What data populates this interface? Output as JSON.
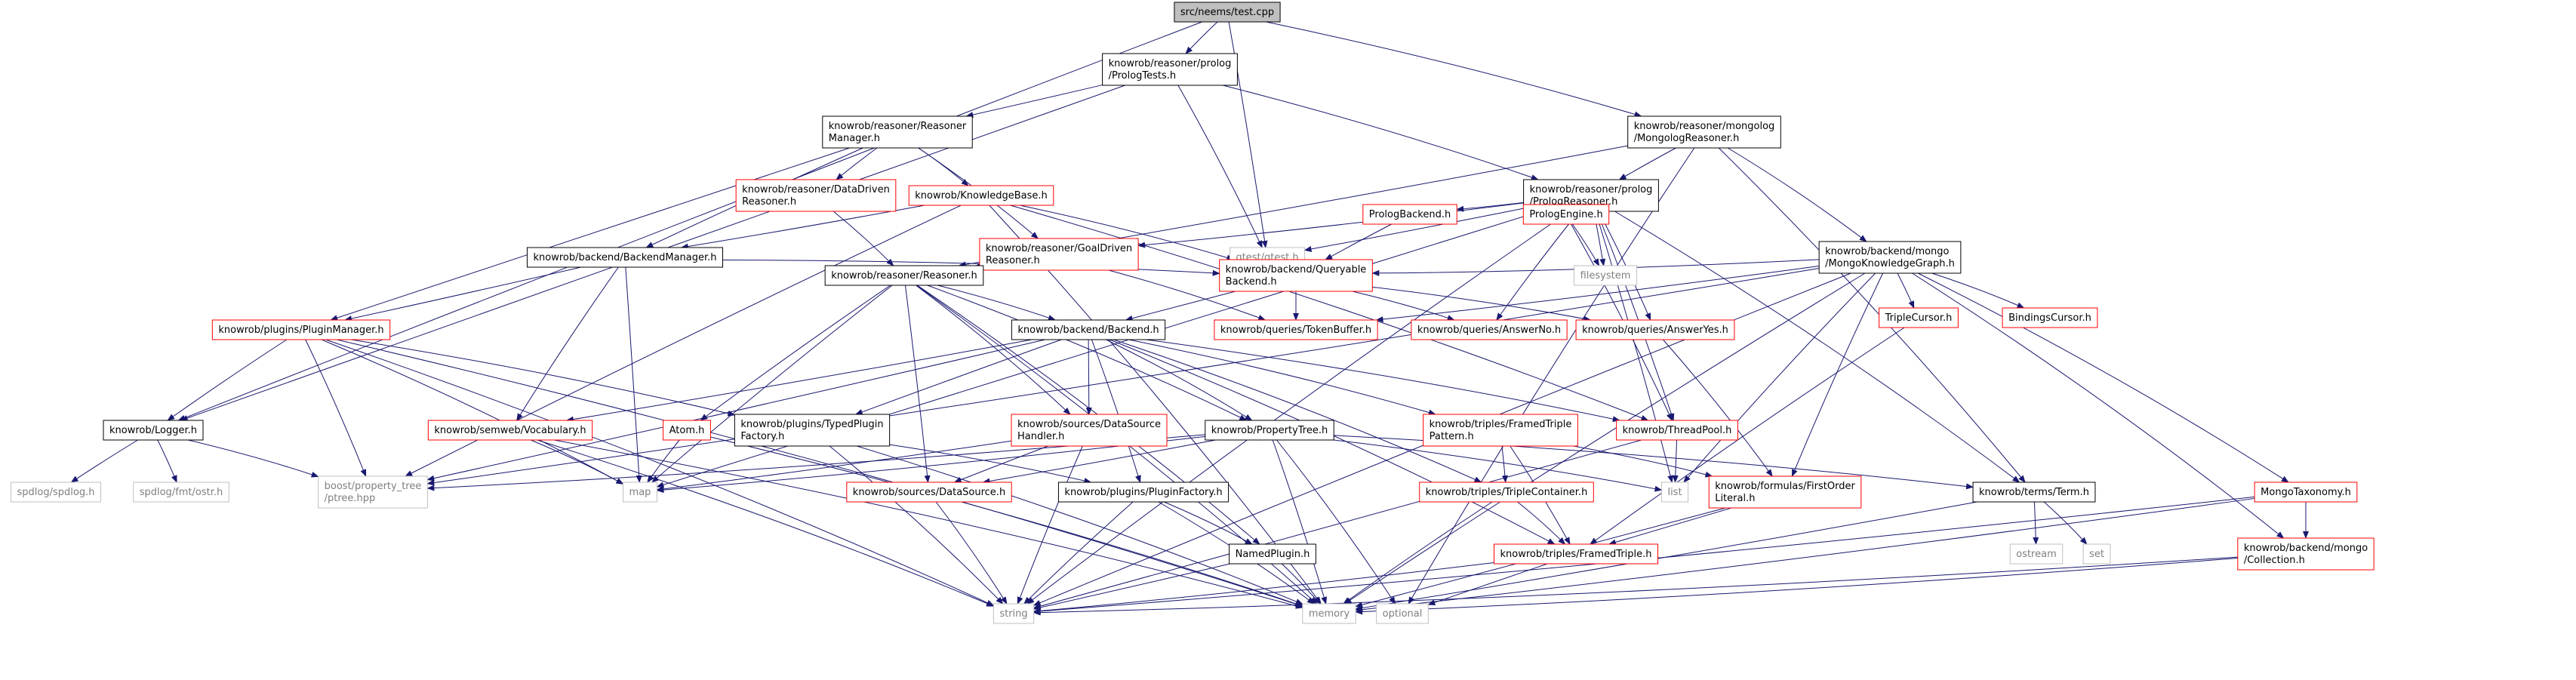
{
  "colors": {
    "edge": "#191970",
    "root_fill": "#bfbfbf",
    "documented_border": "#000000",
    "undocumented_border": "#ff0000",
    "system_border": "#bfbfbf",
    "system_text": "#7f7f7f",
    "text": "#000000"
  },
  "nodes": [
    {
      "id": "root",
      "lines": [
        "src/neems/test.cpp"
      ],
      "kind": "root"
    },
    {
      "id": "prologtests",
      "lines": [
        "knowrob/reasoner/prolog",
        "/PrologTests.h"
      ],
      "kind": "doc"
    },
    {
      "id": "mongologreasoner",
      "lines": [
        "knowrob/reasoner/mongolog",
        "/MongologReasoner.h"
      ],
      "kind": "doc"
    },
    {
      "id": "reasonermanager",
      "lines": [
        "knowrob/reasoner/Reasoner",
        "Manager.h"
      ],
      "kind": "doc"
    },
    {
      "id": "datadriven",
      "lines": [
        "knowrob/reasoner/DataDriven",
        "Reasoner.h"
      ],
      "kind": "red"
    },
    {
      "id": "knowledgebase",
      "lines": [
        "knowrob/KnowledgeBase.h"
      ],
      "kind": "red"
    },
    {
      "id": "prologreasoner",
      "lines": [
        "knowrob/reasoner/prolog",
        "/PrologReasoner.h"
      ],
      "kind": "doc"
    },
    {
      "id": "backendmanager",
      "lines": [
        "knowrob/backend/BackendManager.h"
      ],
      "kind": "doc"
    },
    {
      "id": "goaldriven",
      "lines": [
        "knowrob/reasoner/GoalDriven",
        "Reasoner.h"
      ],
      "kind": "red"
    },
    {
      "id": "gtest",
      "lines": [
        "gtest/gtest.h"
      ],
      "kind": "sys"
    },
    {
      "id": "prologbackend",
      "lines": [
        "PrologBackend.h"
      ],
      "kind": "red"
    },
    {
      "id": "prologengine",
      "lines": [
        "PrologEngine.h"
      ],
      "kind": "red"
    },
    {
      "id": "mongokg",
      "lines": [
        "knowrob/backend/mongo",
        "/MongoKnowledgeGraph.h"
      ],
      "kind": "doc"
    },
    {
      "id": "reasoner",
      "lines": [
        "knowrob/reasoner/Reasoner.h"
      ],
      "kind": "doc"
    },
    {
      "id": "queryable",
      "lines": [
        "knowrob/backend/Queryable",
        "Backend.h"
      ],
      "kind": "red"
    },
    {
      "id": "filesystem",
      "lines": [
        "filesystem"
      ],
      "kind": "sys"
    },
    {
      "id": "triplecursor",
      "lines": [
        "TripleCursor.h"
      ],
      "kind": "red"
    },
    {
      "id": "bindingscursor",
      "lines": [
        "BindingsCursor.h"
      ],
      "kind": "red"
    },
    {
      "id": "pluginmanager",
      "lines": [
        "knowrob/plugins/PluginManager.h"
      ],
      "kind": "red"
    },
    {
      "id": "backend",
      "lines": [
        "knowrob/backend/Backend.h"
      ],
      "kind": "doc"
    },
    {
      "id": "tokenbuffer",
      "lines": [
        "knowrob/queries/TokenBuffer.h"
      ],
      "kind": "red"
    },
    {
      "id": "answerno",
      "lines": [
        "knowrob/queries/AnswerNo.h"
      ],
      "kind": "red"
    },
    {
      "id": "answeryes",
      "lines": [
        "knowrob/queries/AnswerYes.h"
      ],
      "kind": "red"
    },
    {
      "id": "logger",
      "lines": [
        "knowrob/Logger.h"
      ],
      "kind": "doc"
    },
    {
      "id": "vocabulary",
      "lines": [
        "knowrob/semweb/Vocabulary.h"
      ],
      "kind": "red"
    },
    {
      "id": "typedplugin",
      "lines": [
        "knowrob/plugins/TypedPlugin",
        "Factory.h"
      ],
      "kind": "doc"
    },
    {
      "id": "atom",
      "lines": [
        "Atom.h"
      ],
      "kind": "red"
    },
    {
      "id": "datasourcehandler",
      "lines": [
        "knowrob/sources/DataSource",
        "Handler.h"
      ],
      "kind": "red"
    },
    {
      "id": "propertytree",
      "lines": [
        "knowrob/PropertyTree.h"
      ],
      "kind": "doc"
    },
    {
      "id": "framedtriplepattern",
      "lines": [
        "knowrob/triples/FramedTriple",
        "Pattern.h"
      ],
      "kind": "red"
    },
    {
      "id": "threadpool",
      "lines": [
        "knowrob/ThreadPool.h"
      ],
      "kind": "red"
    },
    {
      "id": "spdlog",
      "lines": [
        "spdlog/spdlog.h"
      ],
      "kind": "sys"
    },
    {
      "id": "fmtostr",
      "lines": [
        "spdlog/fmt/ostr.h"
      ],
      "kind": "sys"
    },
    {
      "id": "ptree",
      "lines": [
        "boost/property_tree",
        "/ptree.hpp"
      ],
      "kind": "sys"
    },
    {
      "id": "map",
      "lines": [
        "map"
      ],
      "kind": "sys"
    },
    {
      "id": "datasource",
      "lines": [
        "knowrob/sources/DataSource.h"
      ],
      "kind": "red"
    },
    {
      "id": "pluginfactory",
      "lines": [
        "knowrob/plugins/PluginFactory.h"
      ],
      "kind": "doc"
    },
    {
      "id": "triplecontainer",
      "lines": [
        "knowrob/triples/TripleContainer.h"
      ],
      "kind": "red"
    },
    {
      "id": "list",
      "lines": [
        "list"
      ],
      "kind": "sys"
    },
    {
      "id": "firstorder",
      "lines": [
        "knowrob/formulas/FirstOrder",
        "Literal.h"
      ],
      "kind": "red"
    },
    {
      "id": "term",
      "lines": [
        "knowrob/terms/Term.h"
      ],
      "kind": "doc"
    },
    {
      "id": "mongotaxonomy",
      "lines": [
        "MongoTaxonomy.h"
      ],
      "kind": "red"
    },
    {
      "id": "namedplugin",
      "lines": [
        "NamedPlugin.h"
      ],
      "kind": "doc"
    },
    {
      "id": "framedtriple",
      "lines": [
        "knowrob/triples/FramedTriple.h"
      ],
      "kind": "red"
    },
    {
      "id": "ostream",
      "lines": [
        "ostream"
      ],
      "kind": "sys"
    },
    {
      "id": "set",
      "lines": [
        "set"
      ],
      "kind": "sys"
    },
    {
      "id": "collection",
      "lines": [
        "knowrob/backend/mongo",
        "/Collection.h"
      ],
      "kind": "red"
    },
    {
      "id": "string",
      "lines": [
        "string"
      ],
      "kind": "sys"
    },
    {
      "id": "memory",
      "lines": [
        "memory"
      ],
      "kind": "sys"
    },
    {
      "id": "optional",
      "lines": [
        "optional"
      ],
      "kind": "sys"
    }
  ],
  "edges": [
    [
      "root",
      "prologtests"
    ],
    [
      "root",
      "mongologreasoner"
    ],
    [
      "root",
      "logger"
    ],
    [
      "root",
      "gtest"
    ],
    [
      "prologtests",
      "reasonermanager"
    ],
    [
      "prologtests",
      "prologreasoner"
    ],
    [
      "prologtests",
      "gtest"
    ],
    [
      "prologtests",
      "logger"
    ],
    [
      "mongologreasoner",
      "prologreasoner"
    ],
    [
      "mongologreasoner",
      "mongokg"
    ],
    [
      "mongologreasoner",
      "reasoner"
    ],
    [
      "mongologreasoner",
      "term"
    ],
    [
      "mongologreasoner",
      "optional"
    ],
    [
      "reasonermanager",
      "datadriven"
    ],
    [
      "reasonermanager",
      "knowledgebase"
    ],
    [
      "reasonermanager",
      "backendmanager"
    ],
    [
      "reasonermanager",
      "goaldriven"
    ],
    [
      "reasonermanager",
      "pluginmanager"
    ],
    [
      "datadriven",
      "reasoner"
    ],
    [
      "knowledgebase",
      "backendmanager"
    ],
    [
      "knowledgebase",
      "queryable"
    ],
    [
      "knowledgebase",
      "ptree"
    ],
    [
      "knowledgebase",
      "threadpool"
    ],
    [
      "knowledgebase",
      "memory"
    ],
    [
      "prologreasoner",
      "goaldriven"
    ],
    [
      "prologreasoner",
      "gtest"
    ],
    [
      "prologreasoner",
      "prologbackend"
    ],
    [
      "prologreasoner",
      "prologengine"
    ],
    [
      "prologreasoner",
      "filesystem"
    ],
    [
      "prologreasoner",
      "map"
    ],
    [
      "prologreasoner",
      "answerno"
    ],
    [
      "prologreasoner",
      "answeryes"
    ],
    [
      "prologreasoner",
      "threadpool"
    ],
    [
      "prologreasoner",
      "term"
    ],
    [
      "prologreasoner",
      "string"
    ],
    [
      "prologreasoner",
      "list"
    ],
    [
      "backendmanager",
      "pluginmanager"
    ],
    [
      "backendmanager",
      "queryable"
    ],
    [
      "backendmanager",
      "map"
    ],
    [
      "backendmanager",
      "vocabulary"
    ],
    [
      "goaldriven",
      "reasoner"
    ],
    [
      "goaldriven",
      "tokenbuffer"
    ],
    [
      "prologbackend",
      "queryable"
    ],
    [
      "prologengine",
      "filesystem"
    ],
    [
      "prologengine",
      "threadpool"
    ],
    [
      "mongokg",
      "queryable"
    ],
    [
      "mongokg",
      "triplecursor"
    ],
    [
      "mongokg",
      "bindingscursor"
    ],
    [
      "mongokg",
      "mongotaxonomy"
    ],
    [
      "mongokg",
      "collection"
    ],
    [
      "mongokg",
      "firstorder"
    ],
    [
      "mongokg",
      "tokenbuffer"
    ],
    [
      "mongokg",
      "ptree"
    ],
    [
      "mongokg",
      "list"
    ],
    [
      "mongokg",
      "string"
    ],
    [
      "mongokg",
      "memory"
    ],
    [
      "reasoner",
      "backend"
    ],
    [
      "reasoner",
      "atom"
    ],
    [
      "reasoner",
      "datasourcehandler"
    ],
    [
      "reasoner",
      "propertytree"
    ],
    [
      "reasoner",
      "namedplugin"
    ],
    [
      "reasoner",
      "datasource"
    ],
    [
      "reasoner",
      "memory"
    ],
    [
      "reasoner",
      "map"
    ],
    [
      "queryable",
      "backend"
    ],
    [
      "queryable",
      "tokenbuffer"
    ],
    [
      "queryable",
      "answerno"
    ],
    [
      "queryable",
      "answeryes"
    ],
    [
      "triplecursor",
      "framedtriple"
    ],
    [
      "pluginmanager",
      "logger"
    ],
    [
      "pluginmanager",
      "typedplugin"
    ],
    [
      "pluginmanager",
      "ptree"
    ],
    [
      "pluginmanager",
      "map"
    ],
    [
      "pluginmanager",
      "string"
    ],
    [
      "pluginmanager",
      "memory"
    ],
    [
      "backend",
      "vocabulary"
    ],
    [
      "backend",
      "typedplugin"
    ],
    [
      "backend",
      "datasourcehandler"
    ],
    [
      "backend",
      "propertytree"
    ],
    [
      "backend",
      "framedtriplepattern"
    ],
    [
      "backend",
      "threadpool"
    ],
    [
      "backend",
      "triplecontainer"
    ],
    [
      "backend",
      "pluginfactory"
    ],
    [
      "backend",
      "ptree"
    ],
    [
      "backend",
      "framedtriple"
    ],
    [
      "answeryes",
      "firstorder"
    ],
    [
      "logger",
      "spdlog"
    ],
    [
      "logger",
      "fmtostr"
    ],
    [
      "logger",
      "ptree"
    ],
    [
      "vocabulary",
      "map"
    ],
    [
      "vocabulary",
      "string"
    ],
    [
      "vocabulary",
      "memory"
    ],
    [
      "typedplugin",
      "pluginfactory"
    ],
    [
      "typedplugin",
      "string"
    ],
    [
      "typedplugin",
      "memory"
    ],
    [
      "atom",
      "map"
    ],
    [
      "atom",
      "memory"
    ],
    [
      "datasourcehandler",
      "datasource"
    ],
    [
      "datasourcehandler",
      "string"
    ],
    [
      "datasourcehandler",
      "map"
    ],
    [
      "propertytree",
      "ptree"
    ],
    [
      "propertytree",
      "datasource"
    ],
    [
      "propertytree",
      "term"
    ],
    [
      "propertytree",
      "list"
    ],
    [
      "propertytree",
      "map"
    ],
    [
      "propertytree",
      "memory"
    ],
    [
      "propertytree",
      "optional"
    ],
    [
      "framedtriplepattern",
      "triplecontainer"
    ],
    [
      "framedtriplepattern",
      "framedtriple"
    ],
    [
      "framedtriplepattern",
      "firstorder"
    ],
    [
      "threadpool",
      "list"
    ],
    [
      "threadpool",
      "string"
    ],
    [
      "datasource",
      "string"
    ],
    [
      "pluginfactory",
      "namedplugin"
    ],
    [
      "pluginfactory",
      "string"
    ],
    [
      "pluginfactory",
      "memory"
    ],
    [
      "triplecontainer",
      "framedtriple"
    ],
    [
      "triplecontainer",
      "memory"
    ],
    [
      "firstorder",
      "framedtriple"
    ],
    [
      "firstorder",
      "memory"
    ],
    [
      "term",
      "ostream"
    ],
    [
      "term",
      "set"
    ],
    [
      "term",
      "memory"
    ],
    [
      "mongotaxonomy",
      "collection"
    ],
    [
      "mongotaxonomy",
      "string"
    ],
    [
      "mongotaxonomy",
      "memory"
    ],
    [
      "namedplugin",
      "string"
    ],
    [
      "namedplugin",
      "memory"
    ],
    [
      "framedtriple",
      "optional"
    ],
    [
      "framedtriple",
      "string"
    ],
    [
      "collection",
      "string"
    ],
    [
      "collection",
      "memory"
    ]
  ]
}
